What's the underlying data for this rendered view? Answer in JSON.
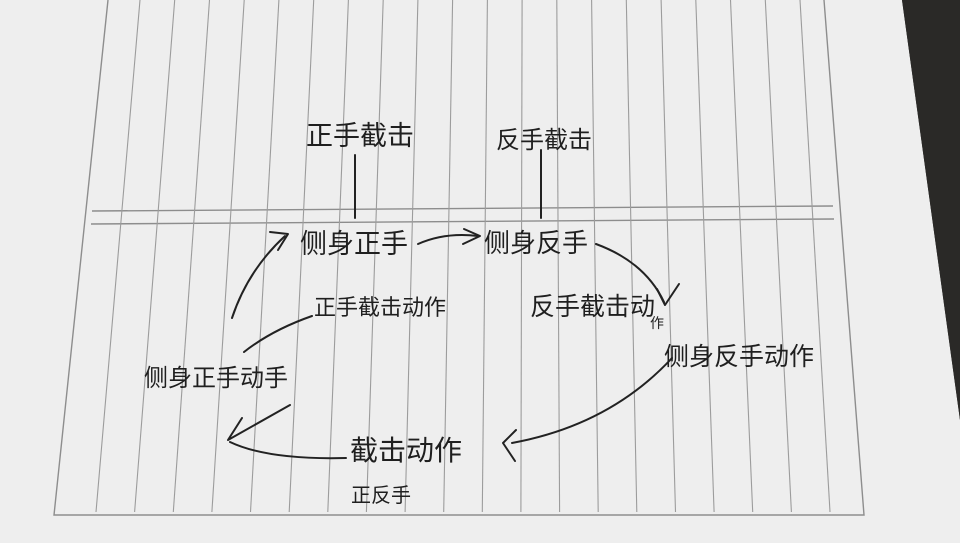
{
  "diagram": {
    "top_labels": {
      "forehand_intercept": "正手截击",
      "backhand_intercept": "反手截击"
    },
    "nodes": {
      "side_forehand": "侧身正手",
      "side_backhand": "侧身反手",
      "forehand_intercept_action": "正手截击动作",
      "backhand_intercept_action": "反手截击动",
      "backhand_intercept_action_suffix": "作",
      "side_backhand_action": "侧身反手动作",
      "side_forehand_action": "侧身正手动手",
      "intercept_action": "截击动作",
      "intercept_action_sub": "正反手"
    }
  }
}
